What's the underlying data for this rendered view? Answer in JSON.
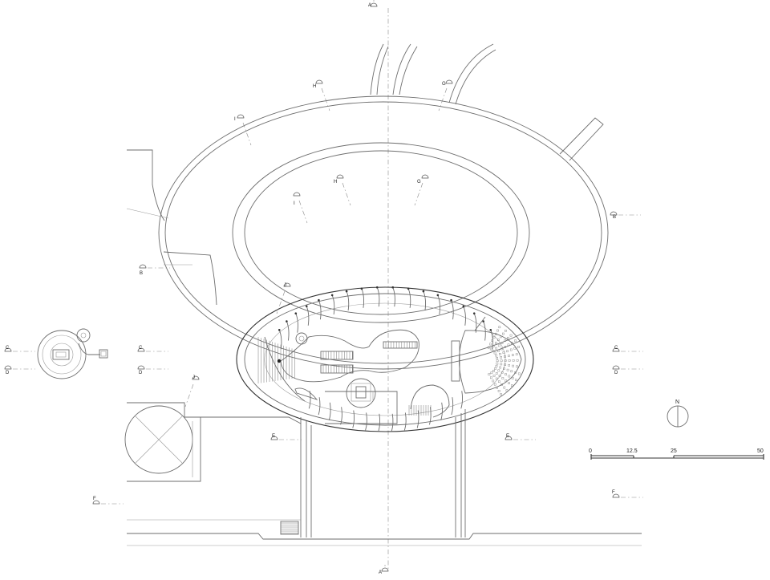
{
  "section_markers": [
    {
      "id": "A-top",
      "letter": "A"
    },
    {
      "id": "A-bottom",
      "letter": "A"
    },
    {
      "id": "H-outer",
      "letter": "H"
    },
    {
      "id": "G-outer",
      "letter": "G"
    },
    {
      "id": "I-outer",
      "letter": "I"
    },
    {
      "id": "H-inner",
      "letter": "H"
    },
    {
      "id": "G-inner",
      "letter": "G"
    },
    {
      "id": "I-inner",
      "letter": "I"
    },
    {
      "id": "B-right",
      "letter": "B"
    },
    {
      "id": "B-left",
      "letter": "B"
    },
    {
      "id": "J-upper",
      "letter": "J"
    },
    {
      "id": "J-lower",
      "letter": "J"
    },
    {
      "id": "C-far-left",
      "letter": "C"
    },
    {
      "id": "D-far-left",
      "letter": "D"
    },
    {
      "id": "C-left",
      "letter": "C"
    },
    {
      "id": "D-left",
      "letter": "D"
    },
    {
      "id": "C-right",
      "letter": "C"
    },
    {
      "id": "D-right",
      "letter": "D"
    },
    {
      "id": "E-left",
      "letter": "E"
    },
    {
      "id": "E-right",
      "letter": "E"
    },
    {
      "id": "F-left",
      "letter": "F"
    },
    {
      "id": "F-right",
      "letter": "F"
    }
  ],
  "scale_bar": {
    "ticks": [
      "0",
      "12.5",
      "25",
      "50"
    ]
  },
  "north_arrow": {
    "label": "N"
  }
}
